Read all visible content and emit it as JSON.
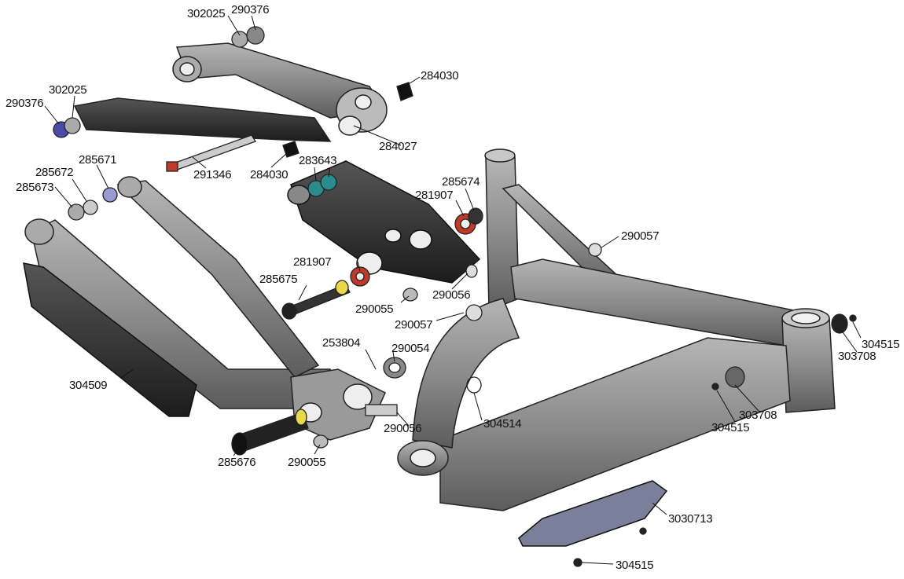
{
  "labels": [
    {
      "id": "l1",
      "text": "302025"
    },
    {
      "id": "l2",
      "text": "290376"
    },
    {
      "id": "l3",
      "text": "284030"
    },
    {
      "id": "l4",
      "text": "302025"
    },
    {
      "id": "l5",
      "text": "290376"
    },
    {
      "id": "l6",
      "text": "284027"
    },
    {
      "id": "l7",
      "text": "291346"
    },
    {
      "id": "l8",
      "text": "284030"
    },
    {
      "id": "l9",
      "text": "283643"
    },
    {
      "id": "l10",
      "text": "285671"
    },
    {
      "id": "l11",
      "text": "285672"
    },
    {
      "id": "l12",
      "text": "285673"
    },
    {
      "id": "l13",
      "text": "285674"
    },
    {
      "id": "l14",
      "text": "281907"
    },
    {
      "id": "l15",
      "text": "290057"
    },
    {
      "id": "l16",
      "text": "281907"
    },
    {
      "id": "l17",
      "text": "285675"
    },
    {
      "id": "l18",
      "text": "290055"
    },
    {
      "id": "l19",
      "text": "290056"
    },
    {
      "id": "l20",
      "text": "290057"
    },
    {
      "id": "l21",
      "text": "253804"
    },
    {
      "id": "l22",
      "text": "290054"
    },
    {
      "id": "l23",
      "text": "304515"
    },
    {
      "id": "l24",
      "text": "303708"
    },
    {
      "id": "l25",
      "text": "304509"
    },
    {
      "id": "l26",
      "text": "303708"
    },
    {
      "id": "l27",
      "text": "304515"
    },
    {
      "id": "l28",
      "text": "304514"
    },
    {
      "id": "l29",
      "text": "290056"
    },
    {
      "id": "l30",
      "text": "285676"
    },
    {
      "id": "l31",
      "text": "290055"
    },
    {
      "id": "l32",
      "text": "3030713"
    },
    {
      "id": "l33",
      "text": "304515"
    }
  ],
  "colors": {
    "frame_gray": "#8a8a8a",
    "frame_dark": "#5a5a5a",
    "part_black": "#222222",
    "bearing_red": "#c0392b",
    "bearing_teal": "#2a8c8c",
    "bolt_yellow": "#e8d84a",
    "bushing_blue": "#4a4aa8"
  }
}
